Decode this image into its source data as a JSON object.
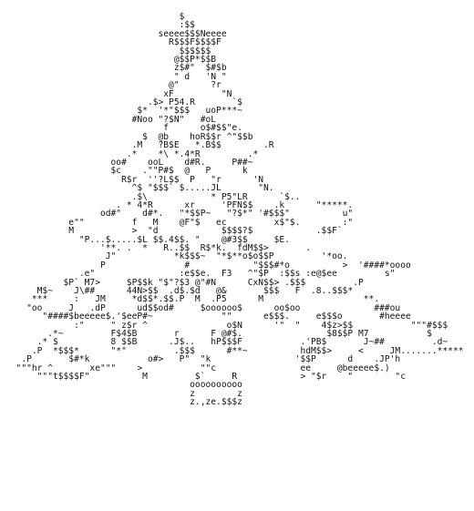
{
  "art_lines": [
    "                                 $",
    "                                 :$$",
    "                             seeee$$$Neeee",
    "                               R$$$F$$$$F",
    "                                 $$$$$$",
    "                                @$$P*$$B",
    "                                z$#\"  $#$b",
    "                                \" d   'N \"",
    "                               @\"      ?r",
    "                              xF         \"N",
    "                           .$> P54.R       `$",
    "                         $*  '*\"$$$   uoP***~",
    "                        #Noo \"?$N\"   #oL",
    "                              f      o$#$$\"e.",
    "                          $  @b    hoR$$r ^\"$$b",
    "                        .M   ?B$E   *.B$$        .R",
    "                       .*    *\\ *.4*R         .*",
    "                    oo#    ooL    d#R.     P##~",
    "                    $c    .\"\"P#$  @   P      k",
    "                      R$r  ''?L$$  P   \"r      'N",
    "                        ^$ \"$$$` $.....JL       \"N.",
    "                        .$\\            * P5\"LR      `$..",
    "                     . * 4*R      xr     'PFN$$    .k      \"*****.",
    "                  od#\"    d#*.   \"*$$P~   \"?$*\" '#$$$\"          u\"",
    "            e\"\"         f   M    @F\"$   ec         x$\"$.        :\"",
    "            M           >  \"d            $$$$?$            .$$F`",
    "              \"P...$.....$L $$.4$$. \"    @#3$$     $E.",
    "                  '**. .  *   R..$$  R$*k.  fdM$$>       .",
    "                   J\"           *k$$$~  \"*$**o$o$$P         '*oo.",
    "                  P               #            \"$$$#*o          >  '####*oooo",
    "              .e\"                :e$$e.  F3   ^\"$P  :$$s :e@$ee         s\"",
    "           $P` M7>     $P$$k \"$\"?$3 @\"#N      CxN$$> .$$$         .P",
    "      M$~    J\\##      44N>$$  .d$.$d   @&       $$$   F  .8..$$$*",
    "     ***     :   JM     *d$$*.$$.P  M  .P5      M                   **.",
    "    \"oo     J   .dP      ud$$od#     $oooooo$      oo$oo              ###ou",
    "       \"####$beeeee$.'$eeP#~             \"\"      e$$$.     e$$$o       #heeee",
    "             :\"     \" z$r ^               o$N      '\"  \"    4$z>$$           \"\"\"#$$$",
    "        .*~         F$4$B       r      F @#$.                $8$$P M7           $",
    "      .* $          8 $$B      .J$..   hP$$$F           .'PB$       J~##         .d~",
    "     .P  *$$$*      \"*\"         .$$$      #**~          hdM$$>     <     JM.......*****",
    "   .P       $#*k           o#>   P\"  \"k                '$$P      d    .JP'h",
    "  \"\"\"hr ^       xe\"\"\"    >           \"\"c                ee     @beeeee$.)",
    "      \"\"\"t$$$$F\"          M         $`     R            > \"$r    \"        \"c",
    "                                   oooooooooo",
    "                                   z        z",
    "                                   z.,ze.$$$z"
  ]
}
